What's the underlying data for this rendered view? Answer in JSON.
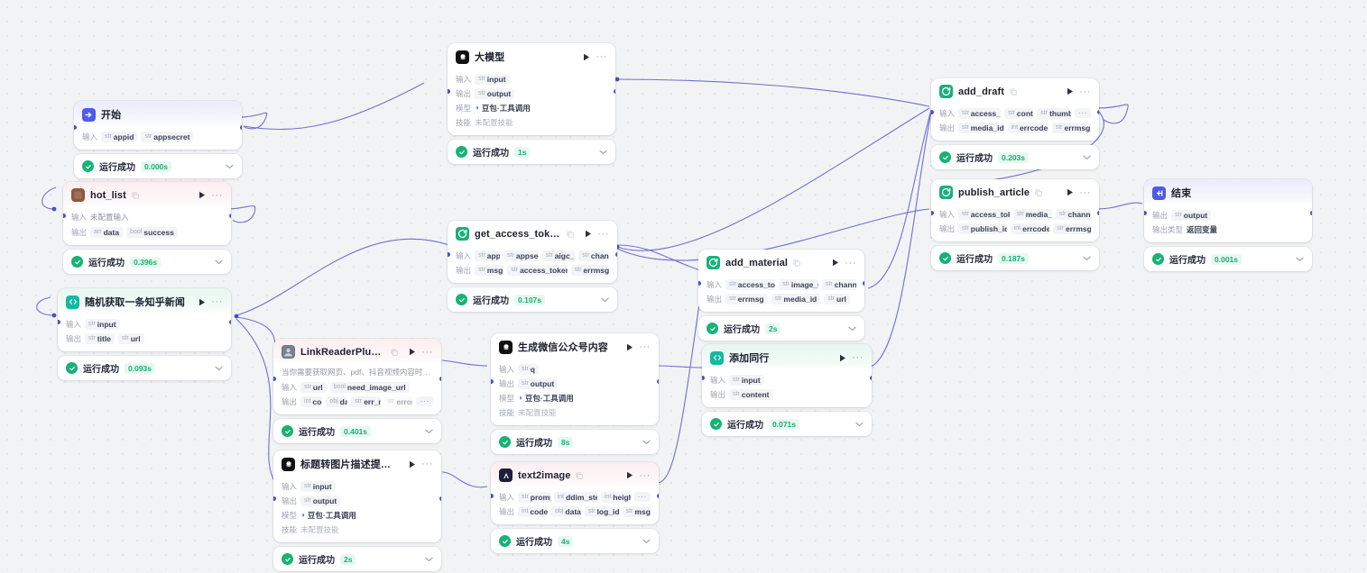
{
  "canvas": {
    "bg": "#f2f3f5",
    "edge_color": "#5a5ac8",
    "accent": "#4b4fc4",
    "success": "#15b374"
  },
  "labels": {
    "input": "输入",
    "output": "输出",
    "model": "模型",
    "skill": "技能",
    "output_type": "输出类型",
    "no_input": "未配置输入",
    "no_skill": "未配置技能",
    "return_var": "返回变量",
    "status": "运行成功",
    "overflow": "···",
    "run_icon": "play-icon",
    "menu_icon": "more-options-icon",
    "copy_icon": "copy-icon",
    "chevron_icon": "chevron-down-icon",
    "check_icon": "check-icon"
  },
  "nodes": [
    {
      "id": "start",
      "name": "开始",
      "icon": "start-icon",
      "icon_color": "#4e5ae8",
      "tint": "tint-blue",
      "copy": false,
      "actions": false,
      "inputs": [
        {
          "t": "str",
          "n": "appid"
        },
        {
          "t": "str",
          "n": "appsecret"
        }
      ],
      "outputs": [],
      "time": "0.000s"
    },
    {
      "id": "hot_list",
      "name": "hot_list",
      "icon": "plugin-brown-icon",
      "icon_color": "#8b5a43",
      "tint": "tint-pink",
      "copy": true,
      "actions": true,
      "no_input": true,
      "inputs": [],
      "outputs": [
        {
          "t": "arr",
          "n": "data"
        },
        {
          "t": "bool",
          "n": "success"
        }
      ],
      "time": "0.396s"
    },
    {
      "id": "zhihu_news",
      "name": "随机获取一条知乎新闻",
      "icon": "code-icon",
      "icon_color": "#16b8a0",
      "tint": "tint-green",
      "copy": false,
      "actions": true,
      "inputs": [
        {
          "t": "str",
          "n": "input"
        }
      ],
      "outputs": [
        {
          "t": "str",
          "n": "title"
        },
        {
          "t": "str",
          "n": "url"
        }
      ],
      "time": "0.093s"
    },
    {
      "id": "llm",
      "name": "大模型",
      "icon": "llm-icon",
      "icon_color": "#111111",
      "tint": "tint-plain",
      "copy": false,
      "actions": true,
      "inputs": [
        {
          "t": "str",
          "n": "input"
        }
      ],
      "outputs": [
        {
          "t": "str",
          "n": "output"
        }
      ],
      "model": "豆包·工具调用",
      "skill": "未配置技能",
      "time": "1s"
    },
    {
      "id": "get_access_token",
      "name": "get_access_token",
      "icon": "workflow-icon",
      "icon_color": "#18b07a",
      "tint": "tint-plain",
      "copy": true,
      "actions": true,
      "inputs": [
        {
          "t": "str",
          "n": "appid"
        },
        {
          "t": "str",
          "n": "appsecret"
        },
        {
          "t": "str",
          "n": "aigc_key"
        },
        {
          "t": "str",
          "n": "channel"
        }
      ],
      "outputs": [
        {
          "t": "str",
          "n": "msg"
        },
        {
          "t": "str",
          "n": "access_token"
        },
        {
          "t": "str",
          "n": "errmsg"
        }
      ],
      "time": "0.107s"
    },
    {
      "id": "link_reader",
      "name": "LinkReaderPlugin",
      "icon": "plugin-gray-icon",
      "icon_color": "#6b7280",
      "tint": "tint-pink",
      "copy": true,
      "actions": true,
      "desc": "当你需要获取网页、pdf、抖音视频内容时，使用此工具。可以…",
      "inputs": [
        {
          "t": "str",
          "n": "url"
        },
        {
          "t": "bool",
          "n": "need_image_url"
        }
      ],
      "outputs": [
        {
          "t": "int",
          "n": "code"
        },
        {
          "t": "obj",
          "n": "data"
        },
        {
          "t": "str",
          "n": "err_msg"
        },
        {
          "t": "str",
          "n": "error_…",
          "faded": true
        }
      ],
      "outputs_more": true,
      "time": "0.401s"
    },
    {
      "id": "wechat_content",
      "name": "生成微信公众号内容",
      "icon": "llm-icon",
      "icon_color": "#111111",
      "tint": "tint-plain",
      "copy": false,
      "actions": true,
      "inputs": [
        {
          "t": "str",
          "n": "q"
        }
      ],
      "outputs": [
        {
          "t": "str",
          "n": "output"
        }
      ],
      "model": "豆包·工具调用",
      "skill": "未配置技能",
      "time": "8s"
    },
    {
      "id": "title2prompt",
      "name": "标题转图片描述提示词",
      "icon": "llm-icon",
      "icon_color": "#111111",
      "tint": "tint-plain",
      "copy": false,
      "actions": true,
      "inputs": [
        {
          "t": "str",
          "n": "input"
        }
      ],
      "outputs": [
        {
          "t": "str",
          "n": "output"
        }
      ],
      "model": "豆包·工具调用",
      "skill": "未配置技能",
      "time": "2s"
    },
    {
      "id": "text2image",
      "name": "text2image",
      "icon": "text2image-icon",
      "icon_color": "#1b1f3b",
      "tint": "tint-pink",
      "copy": true,
      "actions": true,
      "inputs": [
        {
          "t": "str",
          "n": "prompt"
        },
        {
          "t": "int",
          "n": "ddim_steps"
        },
        {
          "t": "int",
          "n": "height"
        }
      ],
      "inputs_more": true,
      "outputs": [
        {
          "t": "int",
          "n": "code"
        },
        {
          "t": "obj",
          "n": "data"
        },
        {
          "t": "str",
          "n": "log_id"
        },
        {
          "t": "str",
          "n": "msg"
        }
      ],
      "time": "4s"
    },
    {
      "id": "add_material",
      "name": "add_material",
      "icon": "workflow-icon",
      "icon_color": "#18b07a",
      "tint": "tint-plain",
      "copy": true,
      "actions": true,
      "inputs": [
        {
          "t": "str",
          "n": "access_token"
        },
        {
          "t": "str",
          "n": "image_url"
        },
        {
          "t": "str",
          "n": "channel"
        }
      ],
      "outputs": [
        {
          "t": "str",
          "n": "errmsg"
        },
        {
          "t": "str",
          "n": "media_id"
        },
        {
          "t": "str",
          "n": "url"
        }
      ],
      "time": "2s"
    },
    {
      "id": "add_footer",
      "name": "添加同行",
      "icon": "code-icon",
      "icon_color": "#16b8a0",
      "tint": "tint-green",
      "copy": false,
      "actions": true,
      "inputs": [
        {
          "t": "str",
          "n": "input"
        }
      ],
      "outputs": [
        {
          "t": "str",
          "n": "content"
        }
      ],
      "time": "0.071s"
    },
    {
      "id": "add_draft",
      "name": "add_draft",
      "icon": "workflow-icon",
      "icon_color": "#18b07a",
      "tint": "tint-plain",
      "copy": true,
      "actions": true,
      "inputs": [
        {
          "t": "str",
          "n": "access_token"
        },
        {
          "t": "str",
          "n": "content"
        },
        {
          "t": "str",
          "n": "thumb_…"
        }
      ],
      "inputs_more": true,
      "outputs": [
        {
          "t": "str",
          "n": "media_id"
        },
        {
          "t": "int",
          "n": "errcode"
        },
        {
          "t": "str",
          "n": "errmsg"
        }
      ],
      "time": "0.203s"
    },
    {
      "id": "publish_article",
      "name": "publish_article",
      "icon": "workflow-icon",
      "icon_color": "#18b07a",
      "tint": "tint-plain",
      "copy": true,
      "actions": true,
      "inputs": [
        {
          "t": "str",
          "n": "access_token"
        },
        {
          "t": "str",
          "n": "media_id"
        },
        {
          "t": "str",
          "n": "channel"
        }
      ],
      "outputs": [
        {
          "t": "str",
          "n": "publish_id"
        },
        {
          "t": "int",
          "n": "errcode"
        },
        {
          "t": "str",
          "n": "errmsg"
        }
      ],
      "time": "0.187s"
    },
    {
      "id": "end",
      "name": "结束",
      "icon": "end-icon",
      "icon_color": "#4e5ae8",
      "tint": "tint-blue",
      "copy": false,
      "actions": false,
      "is_end": true,
      "inputs": [],
      "outputs": [
        {
          "t": "str",
          "n": "output"
        }
      ],
      "output_type": "返回变量",
      "time": "0.001s"
    }
  ]
}
